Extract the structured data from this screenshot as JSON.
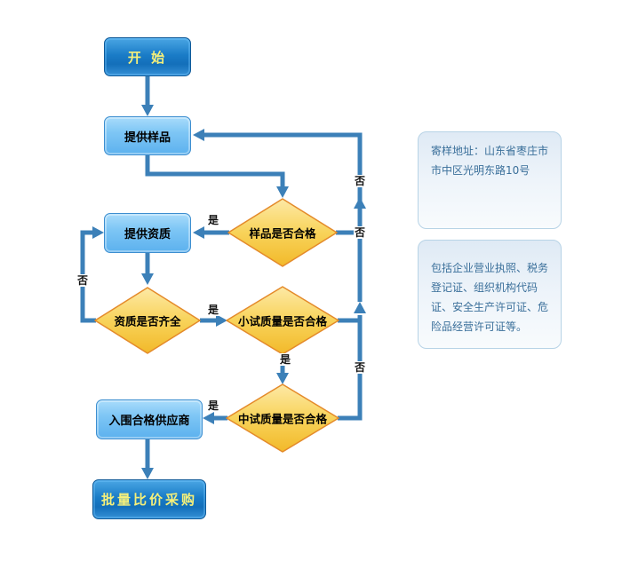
{
  "diagram": {
    "nodes": {
      "start": "开 始",
      "provide_sample": "提供样品",
      "sample_check": "样品是否合格",
      "provide_qualification": "提供资质",
      "qualification_check": "资质是否齐全",
      "pilot_test_check": "小试质量是否合格",
      "mid_test_check": "中试质量是否合格",
      "qualified_supplier": "入围合格供应商",
      "bulk_purchase": "批量比价采购"
    },
    "edge_labels": {
      "yes": "是",
      "no": "否"
    },
    "colors": {
      "arrow": "#3c80b8",
      "diamond_fill": "#f7c840",
      "diamond_border": "#e48a2a",
      "dark_box": "#1a7cc7",
      "light_box": "#7ec6f5",
      "dark_box_text": "#f6f07a",
      "info_text": "#3a6f9a"
    }
  },
  "info_panels": [
    {
      "text": "寄样地址：山东省枣庄市市中区光明东路10号"
    },
    {
      "text": "包括企业营业执照、税务登记证、组织机构代码证、安全生产许可证、危险品经营许可证等。"
    }
  ]
}
